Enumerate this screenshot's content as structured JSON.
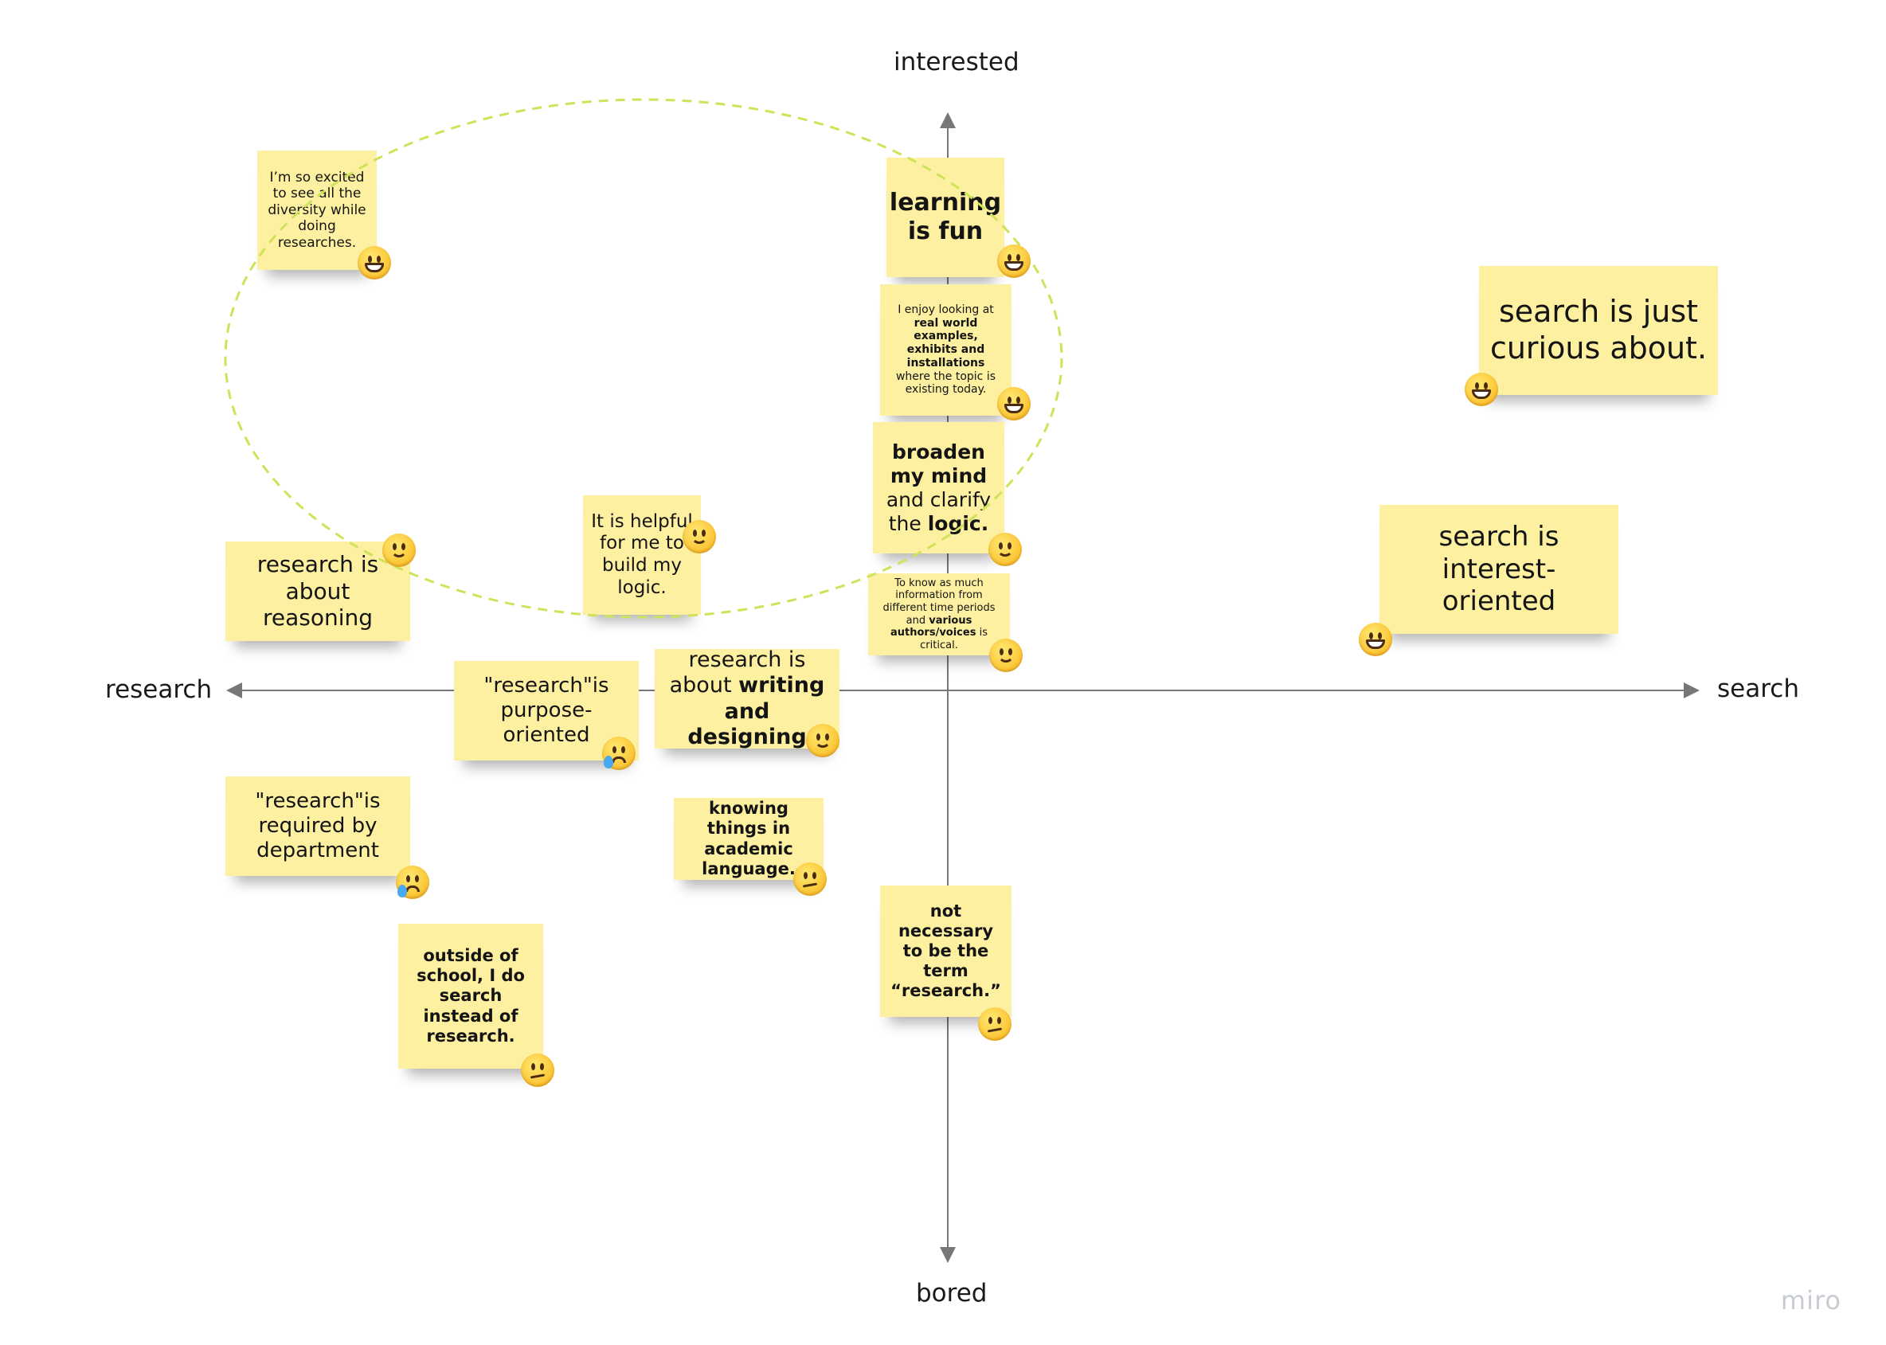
{
  "axes": {
    "top": "interested",
    "bottom": "bored",
    "left": "research",
    "right": "search"
  },
  "notes": [
    {
      "id": "n1",
      "text": "I’m so excited to see all the diversity while doing researches.",
      "emoji": "grinning-face"
    },
    {
      "id": "n2",
      "text": "learning is fun",
      "emoji": "grinning-face"
    },
    {
      "id": "n3",
      "text_a": "I enjoy looking at",
      "text_b": "real world examples, exhibits and installations",
      "text_c": "where the topic is existing today.",
      "emoji": "grinning-face"
    },
    {
      "id": "n4",
      "text_a": "broaden my mind",
      "text_b": "and clarify the",
      "text_c": "logic.",
      "emoji": "slightly-smiling-face"
    },
    {
      "id": "n5",
      "text": "It is helpful for me to build my logic.",
      "emoji": "slightly-smiling-face"
    },
    {
      "id": "n6",
      "text": "research is about reasoning",
      "emoji": "slightly-smiling-face"
    },
    {
      "id": "n7",
      "text_a": "To know as much information from different time periods and",
      "text_b": "various authors/voices",
      "text_c": "is critical.",
      "emoji": "slightly-smiling-face"
    },
    {
      "id": "n8",
      "text": "search is  just curious about.",
      "emoji": "grinning-face"
    },
    {
      "id": "n9",
      "text": "search is interest-oriented",
      "emoji": "grinning-face"
    },
    {
      "id": "n10",
      "text": "\"research\"is purpose-oriented",
      "emoji": "crying-face"
    },
    {
      "id": "n11",
      "text_a": "research is about",
      "text_b": "writing and designing",
      "emoji": "slightly-smiling-face"
    },
    {
      "id": "n12",
      "text": "\"research\"is required by department",
      "emoji": "crying-face"
    },
    {
      "id": "n13",
      "text": "knowing things in academic language.",
      "emoji": "confused-face"
    },
    {
      "id": "n14",
      "text": "not necessary to be the term “research.”",
      "emoji": "confused-face"
    },
    {
      "id": "n15",
      "text": "outside of school, I do search instead of research.",
      "emoji": "confused-face"
    }
  ],
  "colors": {
    "sticky": "#fdf0a0",
    "cluster_outline": "#cfe35a",
    "axis": "#777777"
  },
  "branding": {
    "logo": "miro"
  }
}
